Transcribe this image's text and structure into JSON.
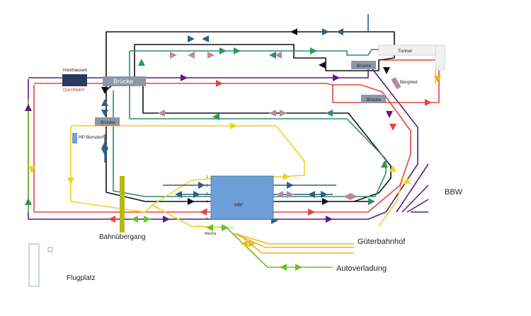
{
  "labels": {
    "holzhausen": "Holzhausen",
    "durchfahrt": "Durchfahrt",
    "bruecke_main": "Brücke",
    "bruecke_left": "Brücke",
    "bruecke_right_top": "Brücke",
    "bruecke_right_bottom": "Brücke",
    "tunnel": "Tunnel",
    "bergried": "Bergried",
    "hp_borsdorf": "HP Borsdorf",
    "hbf": "HBF",
    "weiche": "Weiche",
    "bahnuebergang": "Bahnübergang",
    "gueterbahnhof": "Güterbahnhof",
    "autoverladung": "Autoverladung",
    "bbw": "BBW",
    "flugplatz": "Flugplatz",
    "track_numbers": [
      "1",
      "2",
      "3",
      "4",
      "5",
      "6"
    ]
  },
  "colors": {
    "black": "#111111",
    "purple": "#5b1a7e",
    "red": "#e8453c",
    "yellow": "#f2d11e",
    "green": "#2a9a50",
    "teal": "#2d8a7a",
    "blue": "#2f5f8a",
    "mauve": "#b98a9a",
    "lightgreen": "#6cc12a",
    "orange": "#f0b41d",
    "hbf_fill": "#6f9fd8",
    "bridge_fill": "#8e97a8",
    "crossing_fill": "#b5b816",
    "holz_fill": "#2b3b5e"
  }
}
